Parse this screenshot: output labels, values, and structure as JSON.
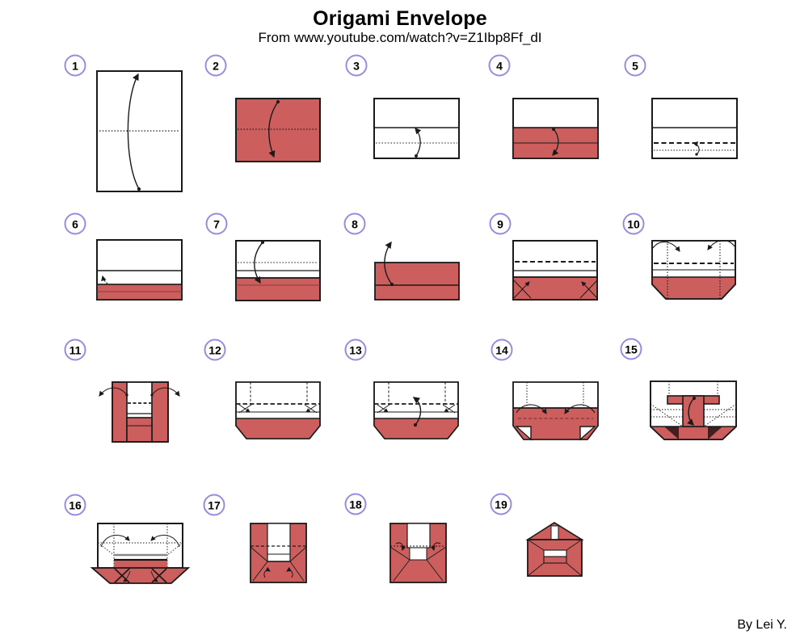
{
  "title": "Origami Envelope",
  "subtitle": "From www.youtube.com/watch?v=Z1Ibp8Ff_dI",
  "author": "By Lei Y.",
  "colors": {
    "paper_red": "#CD5E5E",
    "outline": "#1A1A1A",
    "badge_purple": "#9B8BE0",
    "gray_bar": "#888888"
  },
  "steps": [
    {
      "number": "1"
    },
    {
      "number": "2"
    },
    {
      "number": "3"
    },
    {
      "number": "4"
    },
    {
      "number": "5"
    },
    {
      "number": "6"
    },
    {
      "number": "7"
    },
    {
      "number": "8"
    },
    {
      "number": "9"
    },
    {
      "number": "10"
    },
    {
      "number": "11"
    },
    {
      "number": "12"
    },
    {
      "number": "13"
    },
    {
      "number": "14"
    },
    {
      "number": "15"
    },
    {
      "number": "16"
    },
    {
      "number": "17"
    },
    {
      "number": "18"
    },
    {
      "number": "19"
    }
  ]
}
